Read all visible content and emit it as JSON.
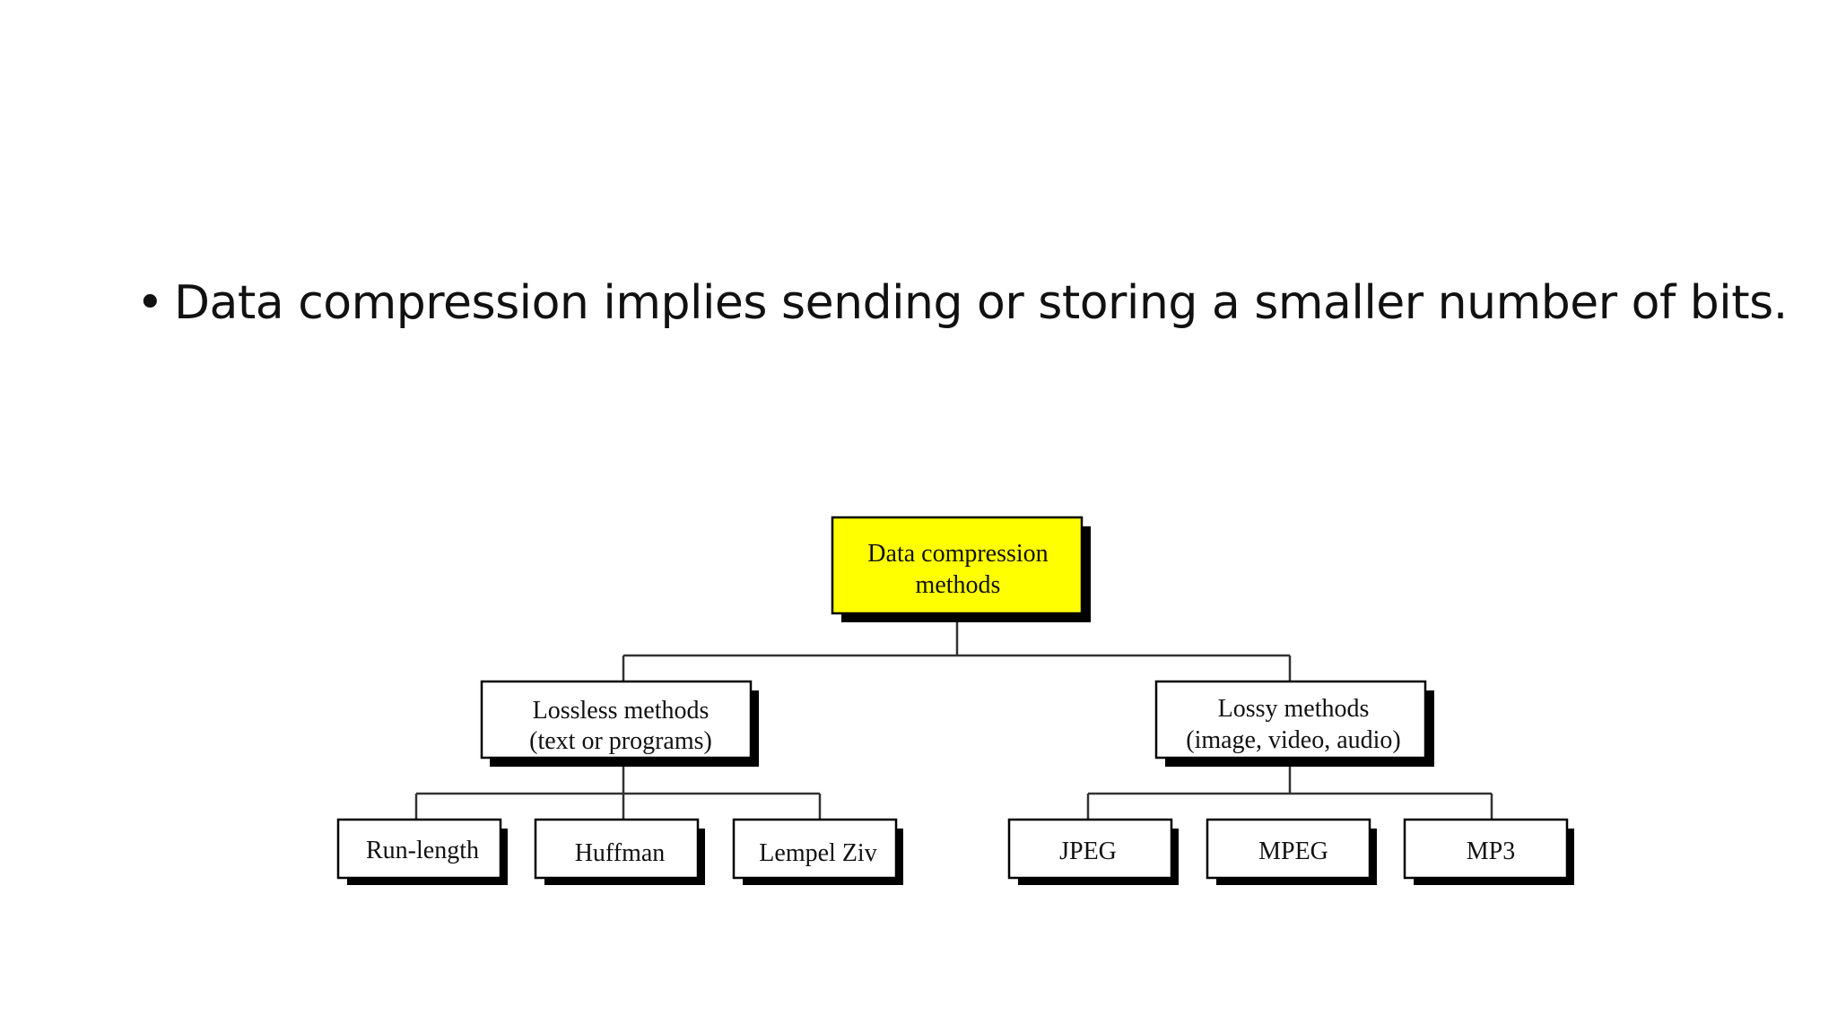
{
  "bullet": {
    "marker": "•",
    "text": "Data compression implies sending or storing a smaller number of bits."
  },
  "diagram": {
    "root": {
      "lines": [
        "Data compression",
        "methods"
      ],
      "fill": "#ffff00"
    },
    "lossless": {
      "lines": [
        "Lossless methods",
        "(text or programs)"
      ],
      "fill": "#ffffff"
    },
    "lossy": {
      "lines": [
        "Lossy methods",
        "(image, video, audio)"
      ],
      "fill": "#ffffff"
    },
    "leaves": {
      "run_length": "Run-length",
      "huffman": "Huffman",
      "lempel_ziv": "Lempel Ziv",
      "jpeg": "JPEG",
      "mpeg": "MPEG",
      "mp3": "MP3"
    }
  }
}
